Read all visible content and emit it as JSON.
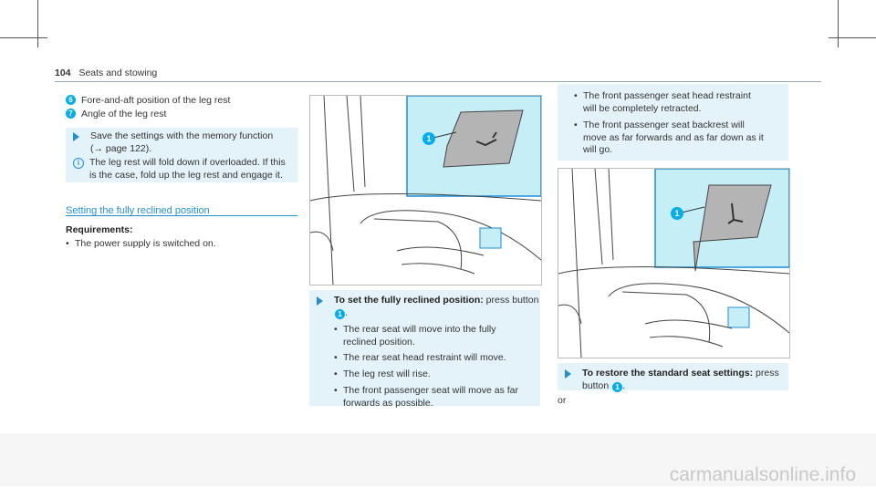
{
  "header": {
    "page_number": "104",
    "section": "Seats and stowing"
  },
  "col1": {
    "item6": {
      "num": "6",
      "text": "Fore-and-aft position of the leg rest"
    },
    "item7": {
      "num": "7",
      "text": "Angle of the leg rest"
    },
    "step_save": {
      "line1": "Save the settings with the memory function",
      "line2": "(→ page 122)."
    },
    "info": {
      "icon": "i",
      "line1": "The leg rest will fold down if overloaded. If this",
      "line2": "is the case, fold up the leg rest and engage it."
    },
    "section_title": "Setting the fully reclined position",
    "requirements": {
      "title": "Requirements:",
      "bullet": "The power supply is switched on."
    }
  },
  "col2": {
    "step": {
      "bold": "To set the fully reclined position:",
      "tail": " press button",
      "badge": "1",
      "badge_suffix": "."
    },
    "bullets": [
      {
        "l1": "The rear seat will move into the fully",
        "l2": "reclined position."
      },
      {
        "l1": "The rear seat head restraint will move.",
        "l2": ""
      },
      {
        "l1": "The leg rest will rise.",
        "l2": ""
      },
      {
        "l1": "The front passenger seat will move as far",
        "l2": "forwards as possible."
      }
    ],
    "image_badge": "1"
  },
  "col3": {
    "bullets": [
      {
        "l1": "The front passenger seat head restraint",
        "l2": "will be completely retracted."
      },
      {
        "l1": "The front passenger seat backrest will",
        "l2": "move as far forwards and as far down as it",
        "l3": "will go."
      }
    ],
    "image_badge": "1",
    "step": {
      "bold": "To restore the standard seat settings:",
      "tail": " press",
      "line2": "button",
      "badge": "1",
      "badge_suffix": "."
    },
    "or": "or"
  },
  "watermark": "carmanualsonline.info"
}
